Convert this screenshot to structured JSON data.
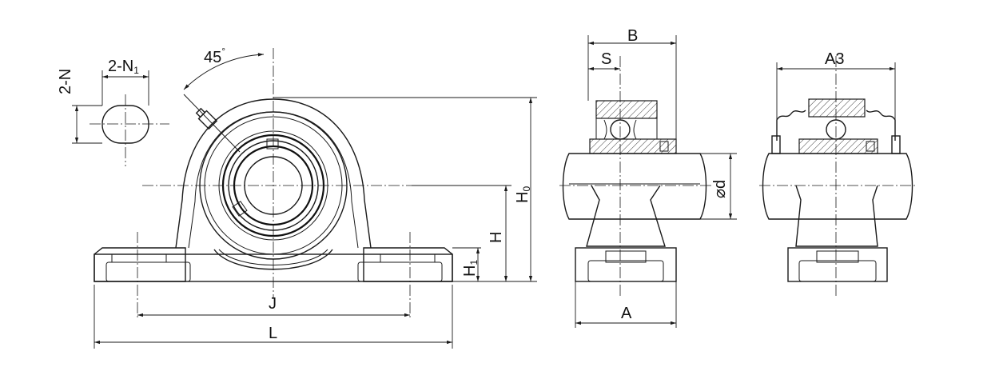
{
  "labels": {
    "two_n": "2-N",
    "two_n1_main": "2-N",
    "two_n1_sub": "1",
    "angle": "45",
    "angle_deg": "°",
    "J": "J",
    "L": "L",
    "H": "H",
    "H0_main": "H",
    "H0_sub": "0",
    "H1_main": "H",
    "H1_sub": "1",
    "B": "B",
    "S": "S",
    "A": "A",
    "d": "⌀d",
    "A3": "A3"
  }
}
